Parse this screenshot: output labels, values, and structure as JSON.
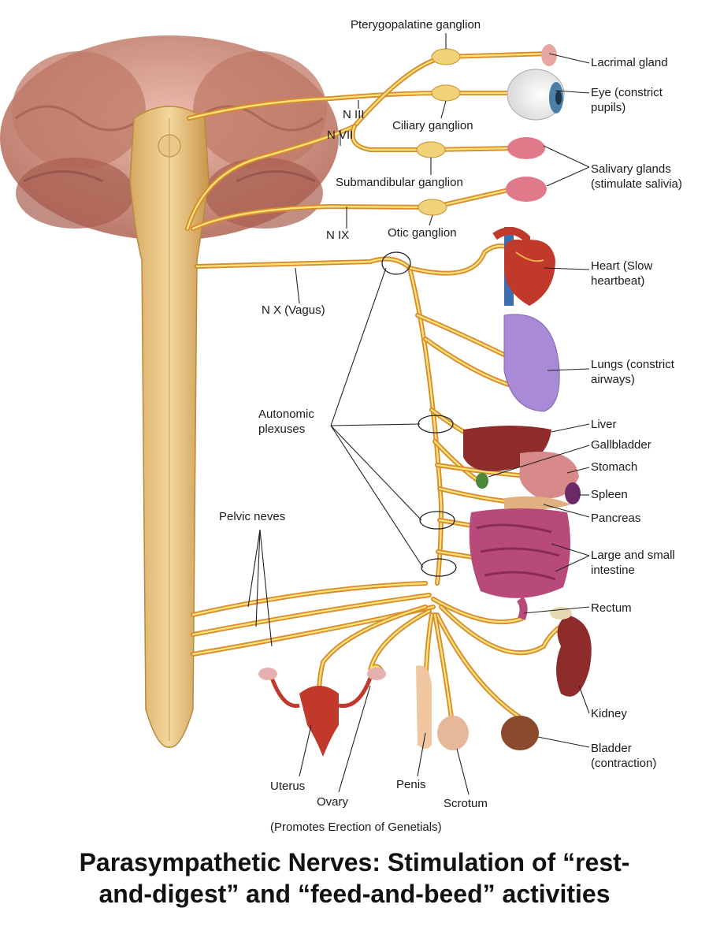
{
  "title": "Parasympathetic Nerves: Stimulation of “rest-\nand-digest” and “feed-and-beed” activities",
  "labels": {
    "pterygopalatine": "Pterygopalatine ganglion",
    "lacrimal": "Lacrimal gland",
    "eye": "Eye (constrict\npupils)",
    "n3": "N III",
    "n7": "N VII",
    "ciliary": "Ciliary ganglion",
    "salivary": "Salivary glands\n(stimulate salivia)",
    "submandibular": "Submandibular ganglion",
    "otic": "Otic ganglion",
    "n9": "N IX",
    "heart": "Heart (Slow\nheartbeat)",
    "vagus": "N X (Vagus)",
    "lungs": "Lungs (constrict\nairways)",
    "autonomic": "Autonomic\nplexuses",
    "liver": "Liver",
    "gallbladder": "Gallbladder",
    "stomach": "Stomach",
    "spleen": "Spleen",
    "pancreas": "Pancreas",
    "pelvic": "Pelvic neves",
    "intestine": "Large and small\nintestine",
    "rectum": "Rectum",
    "kidney": "Kidney",
    "bladder": "Bladder\n(contraction)",
    "uterus": "Uterus",
    "ovary": "Ovary",
    "penis": "Penis",
    "scrotum": "Scrotum",
    "genitals": "(Promotes Erection of Genetials)"
  },
  "colors": {
    "nerve_outer": "#d98a2b",
    "nerve_inner": "#f7e27a",
    "cord": "#e8c27e",
    "brain": "#c98a78",
    "heart": "#c0392b",
    "lung": "#a98ad6",
    "liver": "#8e2b2b",
    "stomach": "#d88a8a",
    "intestine": "#b84a7a",
    "kidney": "#8e2b2b",
    "bladder": "#8b4a2b",
    "salivary": "#e07a8a",
    "uterus": "#c0392b"
  }
}
